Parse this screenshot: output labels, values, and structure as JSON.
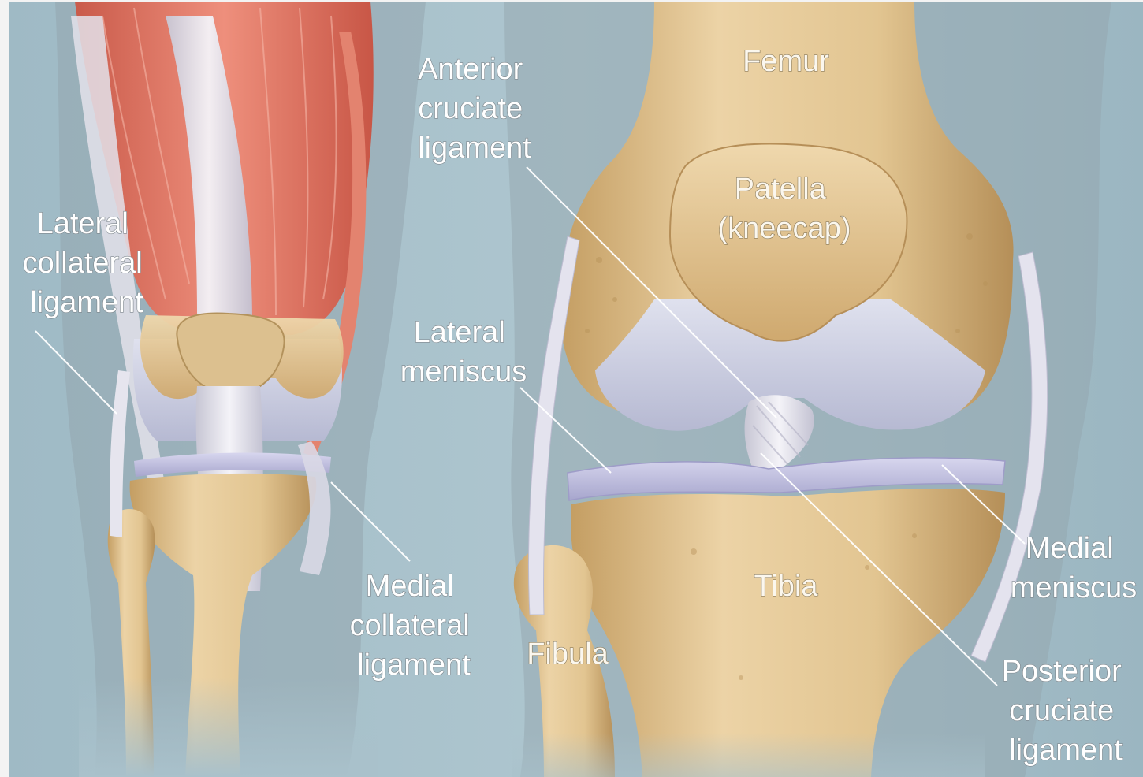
{
  "figure": {
    "labels": {
      "femur": [
        "Femur"
      ],
      "patella": [
        "Patella",
        "(kneecap)"
      ],
      "acl": [
        "Anterior",
        "cruciate",
        "ligament"
      ],
      "lcl": [
        "Lateral",
        "collateral",
        "ligament"
      ],
      "lateral_meniscus": [
        "Lateral",
        "meniscus"
      ],
      "mcl": [
        "Medial",
        "collateral",
        "ligament"
      ],
      "fibula": [
        "Fibula"
      ],
      "tibia": [
        "Tibia"
      ],
      "medial_meniscus": [
        "Medial",
        "meniscus"
      ],
      "pcl": [
        "Posterior",
        "cruciate",
        "ligament"
      ]
    },
    "colors": {
      "background": "#a9c1cb",
      "bone": "#e2c596",
      "bone_shadow": "#b9935e",
      "cartilage": "#cdd0e2",
      "muscle": "#d9705f",
      "tendon": "#e6e4ec",
      "meniscus": "#b7b6d8"
    }
  }
}
